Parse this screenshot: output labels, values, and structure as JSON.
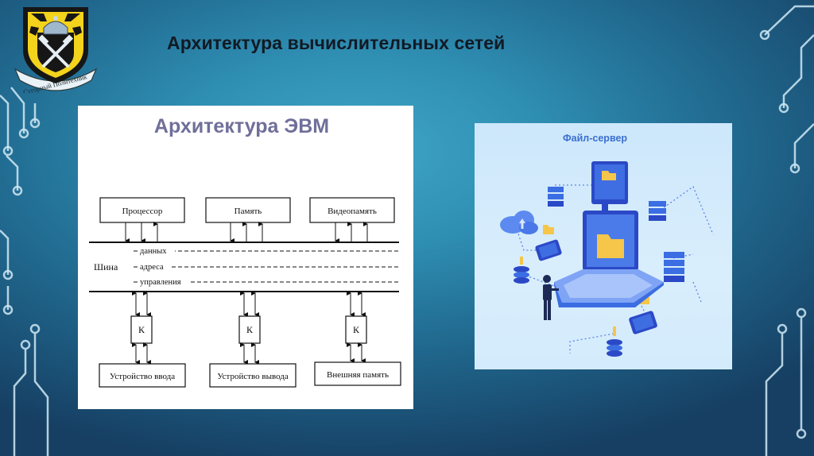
{
  "slide": {
    "title": "Архитектура вычислительных сетей",
    "emblem_caption": "Сугорный Политехник"
  },
  "evm_diagram": {
    "title": "Архитектура ЭВМ",
    "blocks": {
      "processor": "Процессор",
      "memory": "Память",
      "video_memory": "Видеопамять"
    },
    "bus": {
      "label": "Шина",
      "lines": [
        "данных",
        "адреса",
        "управления"
      ]
    },
    "controller_label": "К",
    "devices": {
      "input": "Устройство ввода",
      "output": "Устройство вывода",
      "external_memory": "Внешняя память"
    }
  },
  "file_server": {
    "title": "Файл-сервер"
  },
  "colors": {
    "slide_background": "#2f8fb3",
    "circuit_lines": "#cfe9f4",
    "title_text": "#111a24",
    "evm_title": "#6f6f9a",
    "file_server_title": "#3a6fd0",
    "illustration_accent": "#3b6de3",
    "folder": "#f5c64a"
  }
}
